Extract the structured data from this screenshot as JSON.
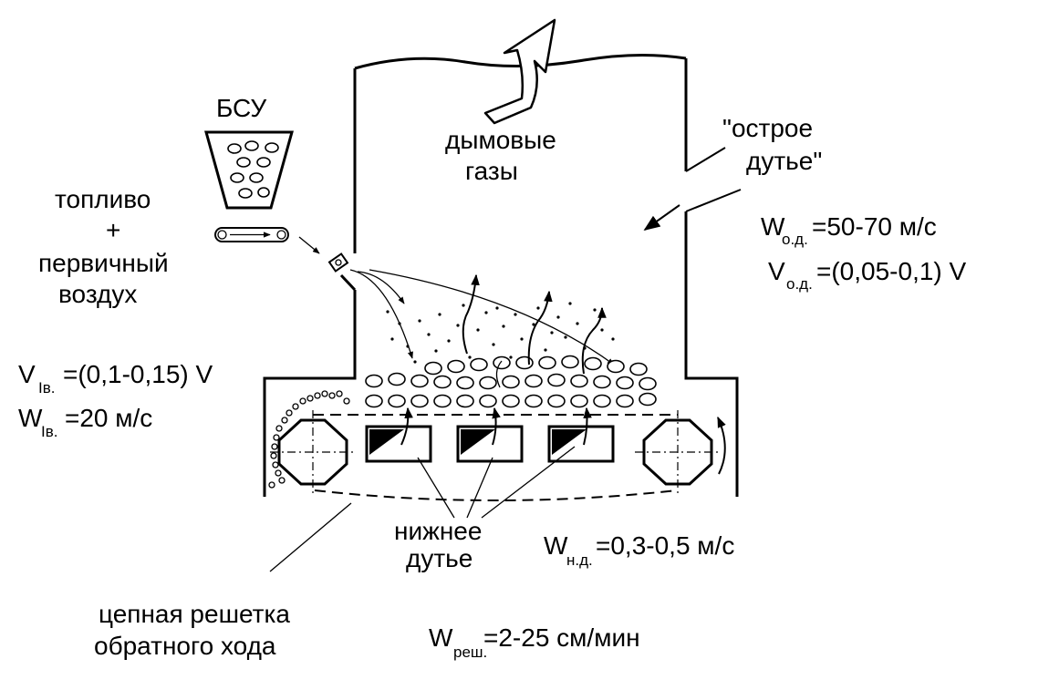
{
  "labels": {
    "bsu": "БСУ",
    "smoke_line1": "дымовые",
    "smoke_line2": "газы",
    "overfire_line1": "\"острое",
    "overfire_line2": "дутье\"",
    "fuel_line1": "топливо",
    "fuel_line2": "+",
    "fuel_line3": "первичный",
    "fuel_line4": "воздух",
    "underfire_line1": "нижнее",
    "underfire_line2": "дутье",
    "grate_line1": "цепная решетка",
    "grate_line2": "обратного хода"
  },
  "formulas": {
    "w_od": {
      "main": "W",
      "sub": "о.д.",
      "rest": "=50-70 м/с"
    },
    "v_od": {
      "main": "V",
      "sub": "о.д.",
      "rest": "=(0,05-0,1) V"
    },
    "v_iv": {
      "main": "V",
      "sub": "Iв.",
      "rest": "=(0,1-0,15) V"
    },
    "w_iv": {
      "main": "W",
      "sub": "Iв.",
      "rest": "=20  м/с"
    },
    "w_nd": {
      "main": "W",
      "sub": "н.д.",
      "rest": "=0,3-0,5 м/с"
    },
    "w_resh": {
      "main": "W",
      "sub": "реш.",
      "rest": "=2-25 см/мин"
    }
  }
}
